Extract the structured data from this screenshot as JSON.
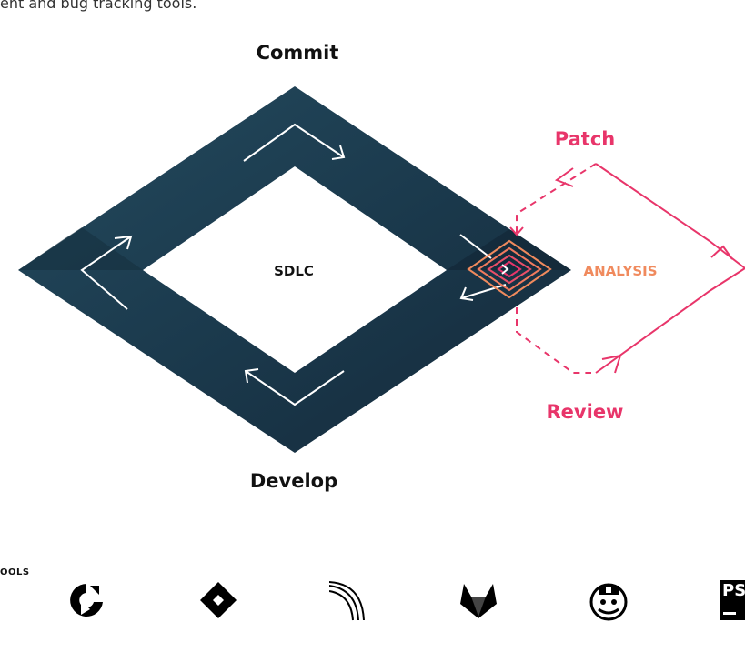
{
  "intro_text": "ent and bug tracking tools.",
  "diagram": {
    "center_label": "SDLC",
    "top_label": "Commit",
    "bottom_label": "Develop",
    "patch_label": "Patch",
    "review_label": "Review",
    "analysis_label": "ANALYSIS",
    "colors": {
      "band": "#1f3d4f",
      "band_dark": "#14293a",
      "accent_pink": "#e8356a",
      "accent_orange": "#f08a5d",
      "arrow": "#ffffff"
    }
  },
  "tools": {
    "heading": "OOLS",
    "icons": [
      "jenkins-like-icon",
      "jira-icon",
      "rss-stream-icon",
      "gitlab-icon",
      "jenkins-butler-icon",
      "pycharm-icon"
    ],
    "pycharm_text": "PS"
  }
}
